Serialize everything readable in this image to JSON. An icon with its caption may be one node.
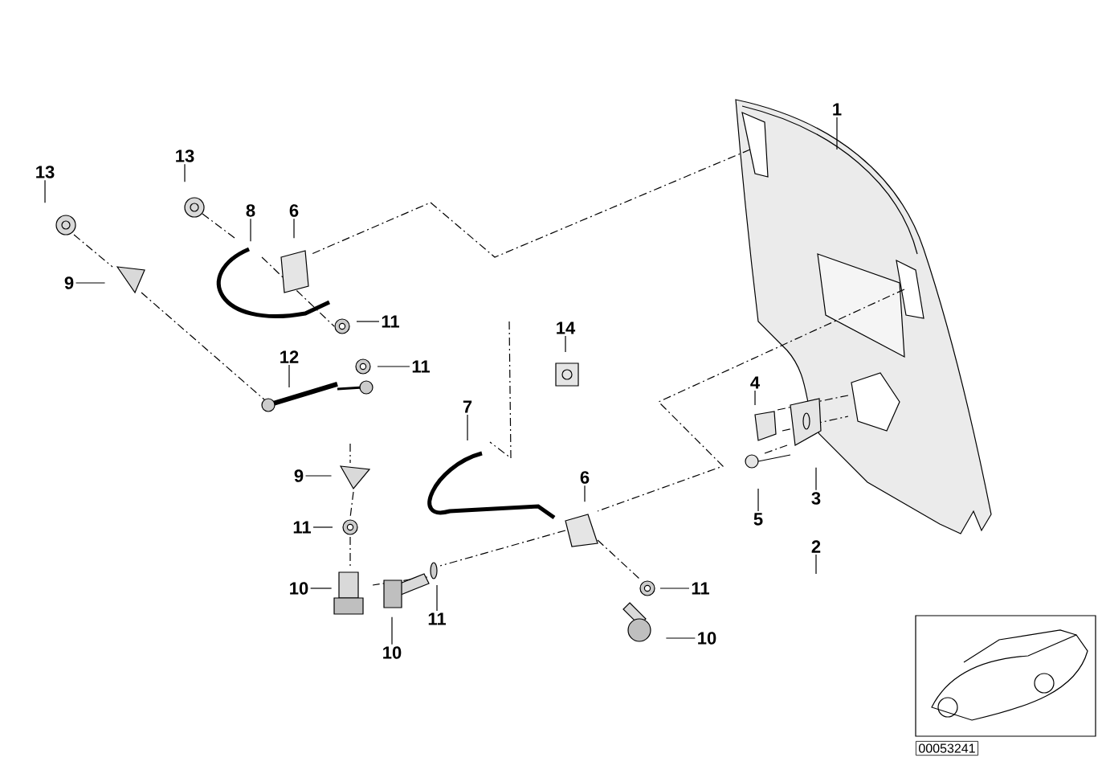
{
  "diagram": {
    "nodes": [
      {
        "text": [
          "1"
        ]
      },
      {
        "text": [
          "13"
        ]
      },
      {
        "text": [
          "13"
        ]
      },
      {
        "text": [
          "8"
        ]
      },
      {
        "text": [
          "6"
        ]
      },
      {
        "text": [
          "9"
        ]
      },
      {
        "text": [
          "11"
        ]
      },
      {
        "text": [
          "11"
        ]
      },
      {
        "text": [
          "12"
        ]
      },
      {
        "text": [
          "14"
        ]
      },
      {
        "text": [
          "4"
        ]
      },
      {
        "text": [
          "7"
        ]
      },
      {
        "text": [
          "9"
        ]
      },
      {
        "text": [
          "6"
        ]
      },
      {
        "text": [
          "3"
        ]
      },
      {
        "text": [
          "5"
        ]
      },
      {
        "text": [
          "11"
        ]
      },
      {
        "text": [
          "2"
        ]
      },
      {
        "text": [
          "10"
        ]
      },
      {
        "text": [
          "11"
        ]
      },
      {
        "text": [
          "11"
        ]
      },
      {
        "text": [
          "10"
        ]
      },
      {
        "text": [
          "10"
        ]
      }
    ],
    "edges": [
      {
        "from": 0,
        "to": null,
        "arrow": "none"
      },
      {
        "from": 1,
        "to": null,
        "arrow": "none"
      },
      {
        "from": 2,
        "to": null,
        "arrow": "none"
      },
      {
        "from": 3,
        "to": null,
        "arrow": "none"
      },
      {
        "from": 4,
        "to": null,
        "arrow": "none"
      },
      {
        "from": 5,
        "to": null,
        "arrow": "none"
      },
      {
        "from": 6,
        "to": null,
        "arrow": "none"
      },
      {
        "from": 7,
        "to": null,
        "arrow": "none"
      },
      {
        "from": 8,
        "to": null,
        "arrow": "none"
      },
      {
        "from": 9,
        "to": null,
        "arrow": "none"
      },
      {
        "from": 10,
        "to": null,
        "arrow": "none"
      },
      {
        "from": 11,
        "to": null,
        "arrow": "none"
      },
      {
        "from": 12,
        "to": null,
        "arrow": "none"
      },
      {
        "from": 13,
        "to": null,
        "arrow": "none"
      },
      {
        "from": 14,
        "to": null,
        "arrow": "none"
      },
      {
        "from": 15,
        "to": null,
        "arrow": "none"
      },
      {
        "from": 16,
        "to": null,
        "arrow": "none"
      },
      {
        "from": 17,
        "to": null,
        "arrow": "none"
      },
      {
        "from": 18,
        "to": null,
        "arrow": "none"
      },
      {
        "from": 19,
        "to": null,
        "arrow": "none"
      },
      {
        "from": 20,
        "to": null,
        "arrow": "none"
      },
      {
        "from": 21,
        "to": null,
        "arrow": "none"
      },
      {
        "from": 22,
        "to": null,
        "arrow": "none"
      }
    ],
    "labels": [
      "00053241"
    ]
  }
}
